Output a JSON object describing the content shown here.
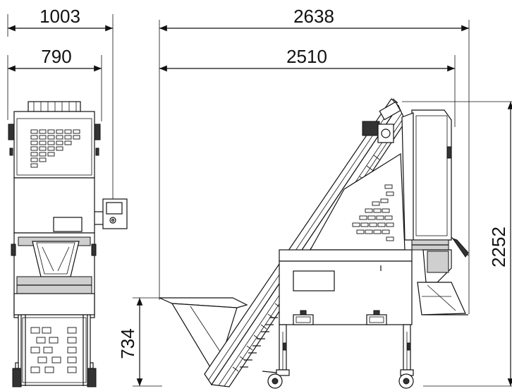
{
  "dimensions": {
    "front_total_width": "1003",
    "front_inner_width": "790",
    "side_total_length": "2638",
    "side_conveyor_length": "2510",
    "total_height": "2252",
    "hopper_height": "734"
  },
  "colors": {
    "line": "#111111",
    "panel_fill": "#ffffff",
    "shade": "#cfcfcf",
    "dark": "#333333"
  }
}
